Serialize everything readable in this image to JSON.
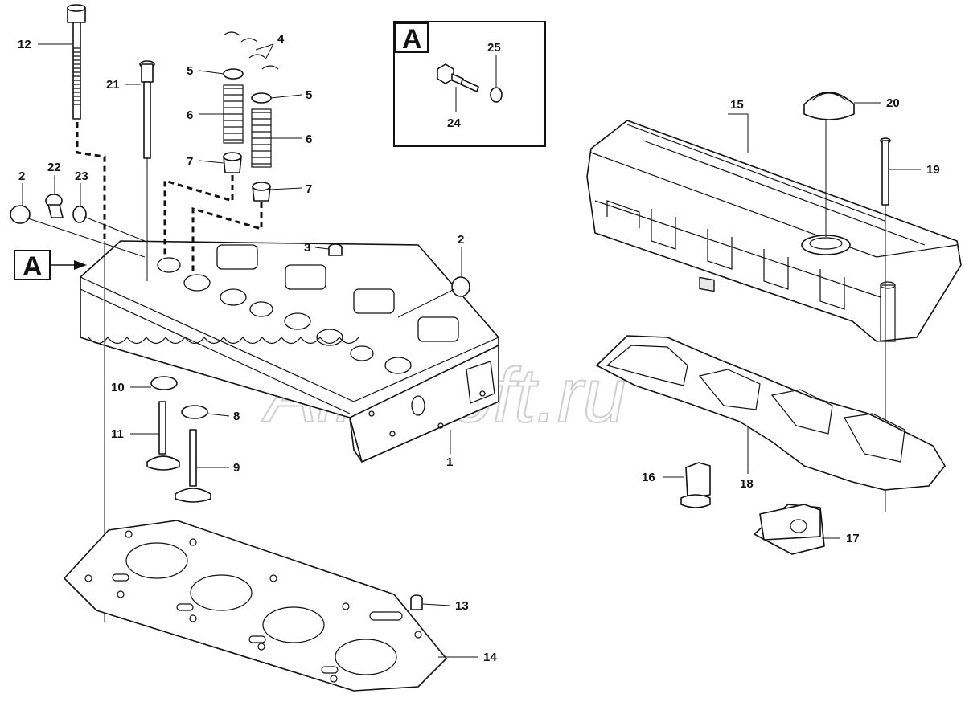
{
  "watermark": "AlfaSoft.ru",
  "detail_view_label": "A",
  "callouts": {
    "c1": "1",
    "c2a": "2",
    "c2b": "2",
    "c3": "3",
    "c4": "4",
    "c5a": "5",
    "c5b": "5",
    "c6a": "6",
    "c6b": "6",
    "c7a": "7",
    "c7b": "7",
    "c8": "8",
    "c9": "9",
    "c10": "10",
    "c11": "11",
    "c12": "12",
    "c13": "13",
    "c14": "14",
    "c15": "15",
    "c16": "16",
    "c17": "17",
    "c18": "18",
    "c19": "19",
    "c20": "20",
    "c21": "21",
    "c22": "22",
    "c23": "23",
    "c24": "24",
    "c25": "25"
  }
}
